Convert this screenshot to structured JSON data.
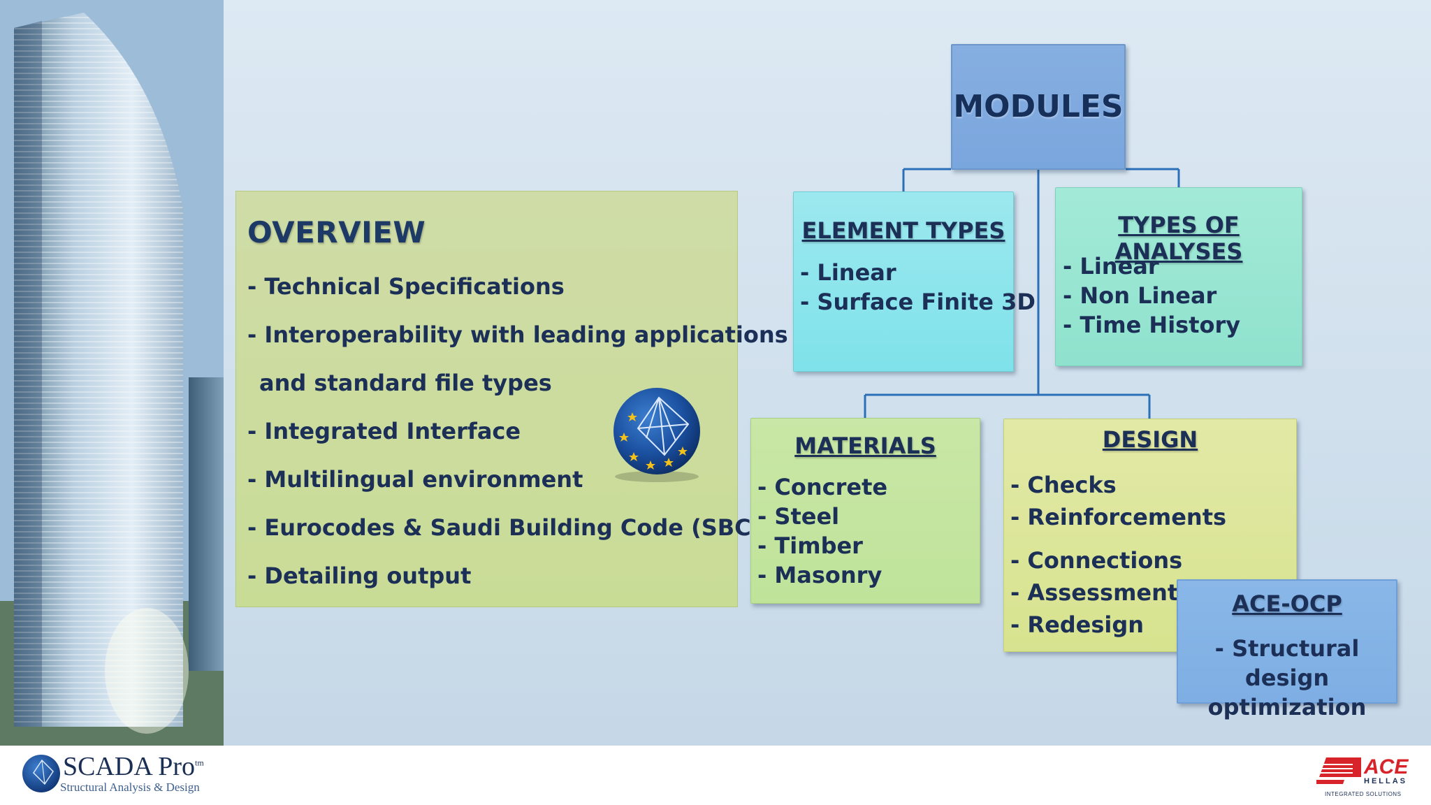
{
  "overview": {
    "title": "OVERVIEW",
    "items": [
      "- Technical Specifications",
      "- Interoperability with leading applications",
      "and standard file types",
      "- Integrated Interface",
      "- Multilingual environment",
      "- Eurocodes & Saudi Building Code (SBC)",
      "- Detailing output"
    ]
  },
  "modules": {
    "title": "MODULES",
    "element_types": {
      "title": "ELEMENT TYPES",
      "items": [
        "- Linear",
        "- Surface Finite 3D"
      ]
    },
    "types_of_analyses": {
      "title": "TYPES OF ANALYSES",
      "items": [
        "- Linear",
        "- Non Linear",
        "- Time History"
      ]
    },
    "materials": {
      "title": "MATERIALS",
      "items": [
        "- Concrete",
        "- Steel",
        "- Timber",
        "- Masonry"
      ]
    },
    "design": {
      "title": "DESIGN",
      "items": [
        "- Checks",
        "- Reinforcements",
        "- Connections",
        "- Assessment",
        "- Redesign"
      ]
    },
    "ace_ocp": {
      "title": "ACE-OCP",
      "items": [
        "- Structural design",
        "optimization"
      ]
    }
  },
  "footer": {
    "scada_brand": "SCADA Pro",
    "scada_tm": "tm",
    "scada_tagline": "Structural Analysis & Design",
    "ace_brand": "ACE",
    "ace_sub": "HELLAS",
    "ace_tagline": "INTEGRATED SOLUTIONS"
  },
  "icons": {
    "globe": "eu-globe-pyramid-icon",
    "tower": "skyscraper-image"
  },
  "colors": {
    "text": "#1c2f57",
    "modules_box": "#7aa6de",
    "element_types_box": "#7fe2ea",
    "analyses_box": "#8fe2cd",
    "materials_box": "#bfe39a",
    "design_box": "#d7e38f",
    "overview_box": "#c9dc96",
    "ace_red": "#d8232a",
    "connector": "#2a6fb8"
  }
}
